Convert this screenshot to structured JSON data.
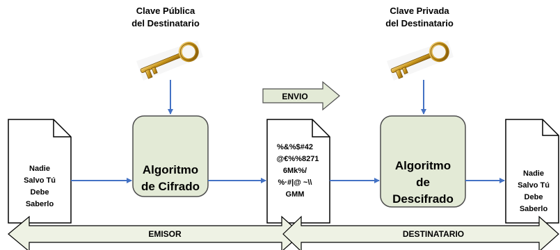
{
  "keys": {
    "public": {
      "line1": "Clave Pública",
      "line2": "del Destinatario"
    },
    "private": {
      "line1": "Clave Privada",
      "line2": "del Destinatario"
    }
  },
  "envio_label": "ENVIO",
  "documents": {
    "plaintext_left": [
      "Nadie",
      "Salvo Tú",
      "Debe",
      "Saberlo"
    ],
    "ciphertext": [
      "%&%$#42",
      "@€%%8271",
      "6Mk%/",
      "%·#|@ ~\\\\",
      "GMM"
    ],
    "plaintext_right": [
      "Nadie",
      "Salvo Tú",
      "Debe",
      "Saberlo"
    ]
  },
  "boxes": {
    "cifrado": [
      "Algoritmo",
      "de Cifrado"
    ],
    "descifrado": [
      "Algoritmo",
      "de",
      "Descifrado"
    ]
  },
  "arrows": {
    "emisor": "EMISOR",
    "destinatario": "DESTINATARIO"
  },
  "colors": {
    "box_fill": "#e3ead6",
    "box_stroke": "#4d4d4d",
    "connector": "#4472c4",
    "band_fill": "#eef2e4",
    "key_gold": "#c8961c"
  }
}
